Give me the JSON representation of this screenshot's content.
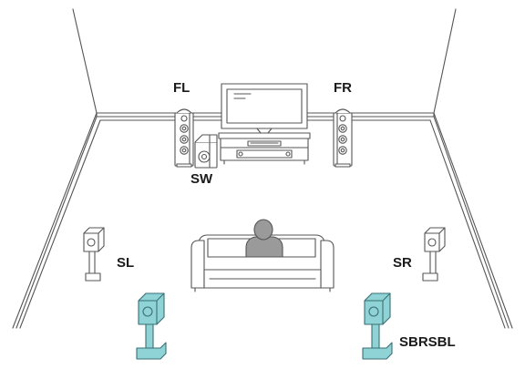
{
  "diagram": {
    "labels": {
      "fl": "FL",
      "fr": "FR",
      "sw": "SW",
      "sl": "SL",
      "sr": "SR",
      "sbrsbl": "SBRSBL"
    },
    "colors": {
      "line": "#555555",
      "surround_back_fill": "#8fd3d6",
      "surround_back_stroke": "#3a6f74",
      "furniture_fill": "#ffffff",
      "listener_fill": "#9a9a9a"
    }
  }
}
